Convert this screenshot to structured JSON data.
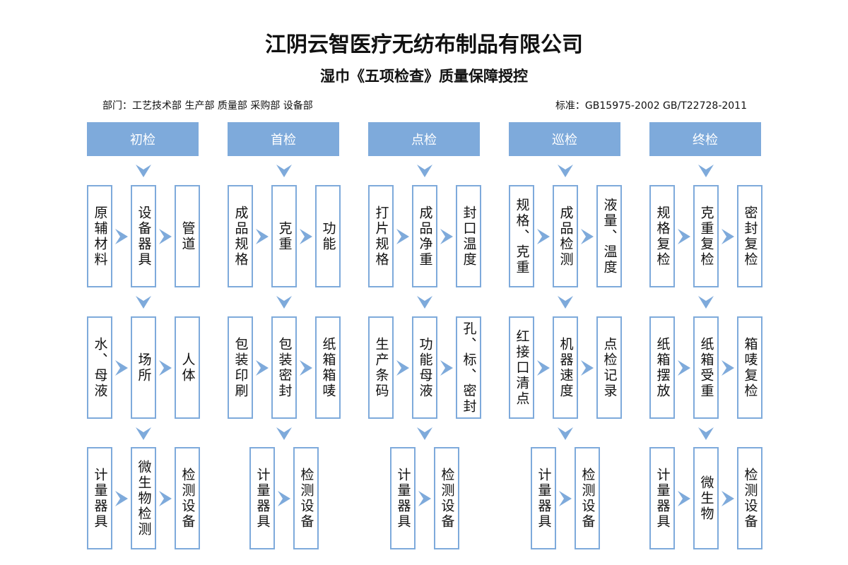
{
  "title": "江阴云智医疗无纺布制品有限公司",
  "subtitle": "湿巾《五项检查》质量保障授控",
  "departments": "部门：工艺技术部 生产部 质量部 采购部 设备部",
  "standards": "标准：GB15975-2002 GB/T22728-2011",
  "colors": {
    "accent": "#7eaadb"
  },
  "columns": [
    {
      "title": "初检",
      "rows": [
        [
          "原辅材料",
          "设备器具",
          "管道"
        ],
        [
          "水、母液",
          "场所",
          "人体"
        ],
        [
          "计量器具",
          "微生物检测",
          "检测设备"
        ]
      ]
    },
    {
      "title": "首检",
      "rows": [
        [
          "成品规格",
          "克重",
          "功能"
        ],
        [
          "包装印刷",
          "包装密封",
          "纸箱箱唛"
        ],
        [
          "计量器具",
          "检测设备"
        ]
      ]
    },
    {
      "title": "点检",
      "rows": [
        [
          "打片规格",
          "成品净重",
          "封口温度"
        ],
        [
          "生产条码",
          "功能母液",
          "孔、标、密封"
        ],
        [
          "计量器具",
          "检测设备"
        ]
      ]
    },
    {
      "title": "巡检",
      "rows": [
        [
          "规格、克重",
          "成品检测",
          "液量、温度"
        ],
        [
          "红接口清点",
          "机器速度",
          "点检记录"
        ],
        [
          "计量器具",
          "检测设备"
        ]
      ]
    },
    {
      "title": "终检",
      "rows": [
        [
          "规格复检",
          "克重复检",
          "密封复检"
        ],
        [
          "纸箱摆放",
          "纸箱受重",
          "箱唛复检"
        ],
        [
          "计量器具",
          "微生物",
          "检测设备"
        ]
      ]
    }
  ]
}
